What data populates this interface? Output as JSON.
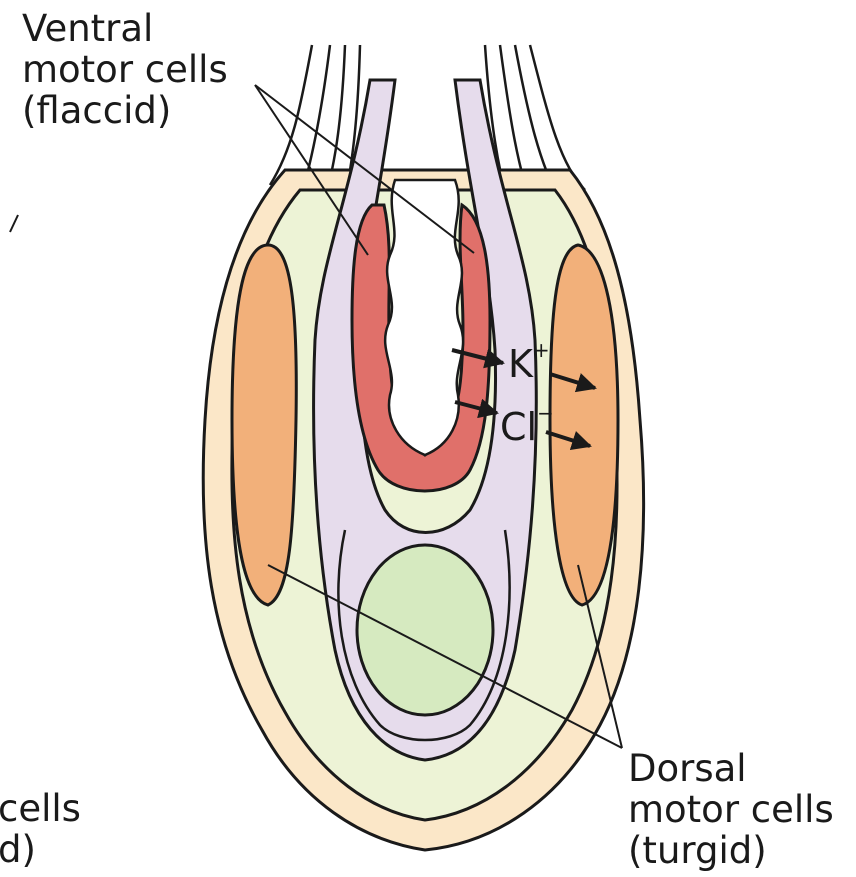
{
  "labels": {
    "ventral": [
      "Ventral",
      "motor cells",
      "(flaccid)"
    ],
    "dorsal": [
      "Dorsal",
      "motor cells",
      "(turgid)"
    ],
    "left_partial": [
      "cells",
      "d)"
    ]
  },
  "ions": {
    "potassium": {
      "symbol": "K",
      "charge": "+"
    },
    "chloride": {
      "symbol": "Cl",
      "charge": "−"
    }
  },
  "colors": {
    "outer_tissue": "#edf3d6",
    "outer_rim": "#fbe7c8",
    "inner_tissue": "#e6dcec",
    "ventral_motor_cells": "#e0706a",
    "dorsal_motor_cells": "#f2b07a",
    "vascular_core": "#d6eac0",
    "outline": "#1a1a1a"
  }
}
